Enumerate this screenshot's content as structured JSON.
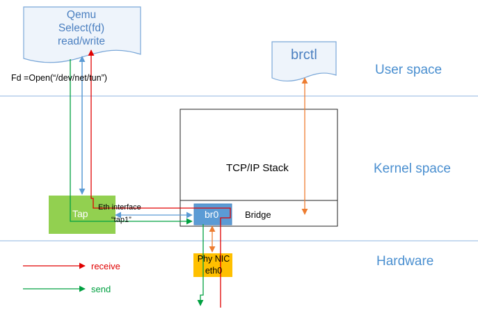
{
  "zones": {
    "user": "User space",
    "kernel": "Kernel space",
    "hardware": "Hardware"
  },
  "qemu": {
    "line1": "Qemu",
    "line2": "Select(fd)",
    "line3": "read/write"
  },
  "brctl": "brctl",
  "open_call": "Fd =Open(“/dev/net/tun”)",
  "tcp_stack": "TCP/IP Stack",
  "bridge": "Bridge",
  "tap": "Tap",
  "br0": "br0",
  "tap_note": {
    "line1": "Eth interface",
    "line2": "“tap1”"
  },
  "phy_nic": {
    "line1": "Phy NIC",
    "line2": "eth0"
  },
  "legend": {
    "receive": "receive",
    "send": "send"
  },
  "colors": {
    "zone_line": "#8fb6e0",
    "receive": "#e00000",
    "send": "#00a040",
    "control": "#5b9bd5",
    "bridge_link": "#ed7d31",
    "tap_fill": "#92d050",
    "br0_fill": "#5b9bd5",
    "nic_fill": "#ffc000"
  }
}
